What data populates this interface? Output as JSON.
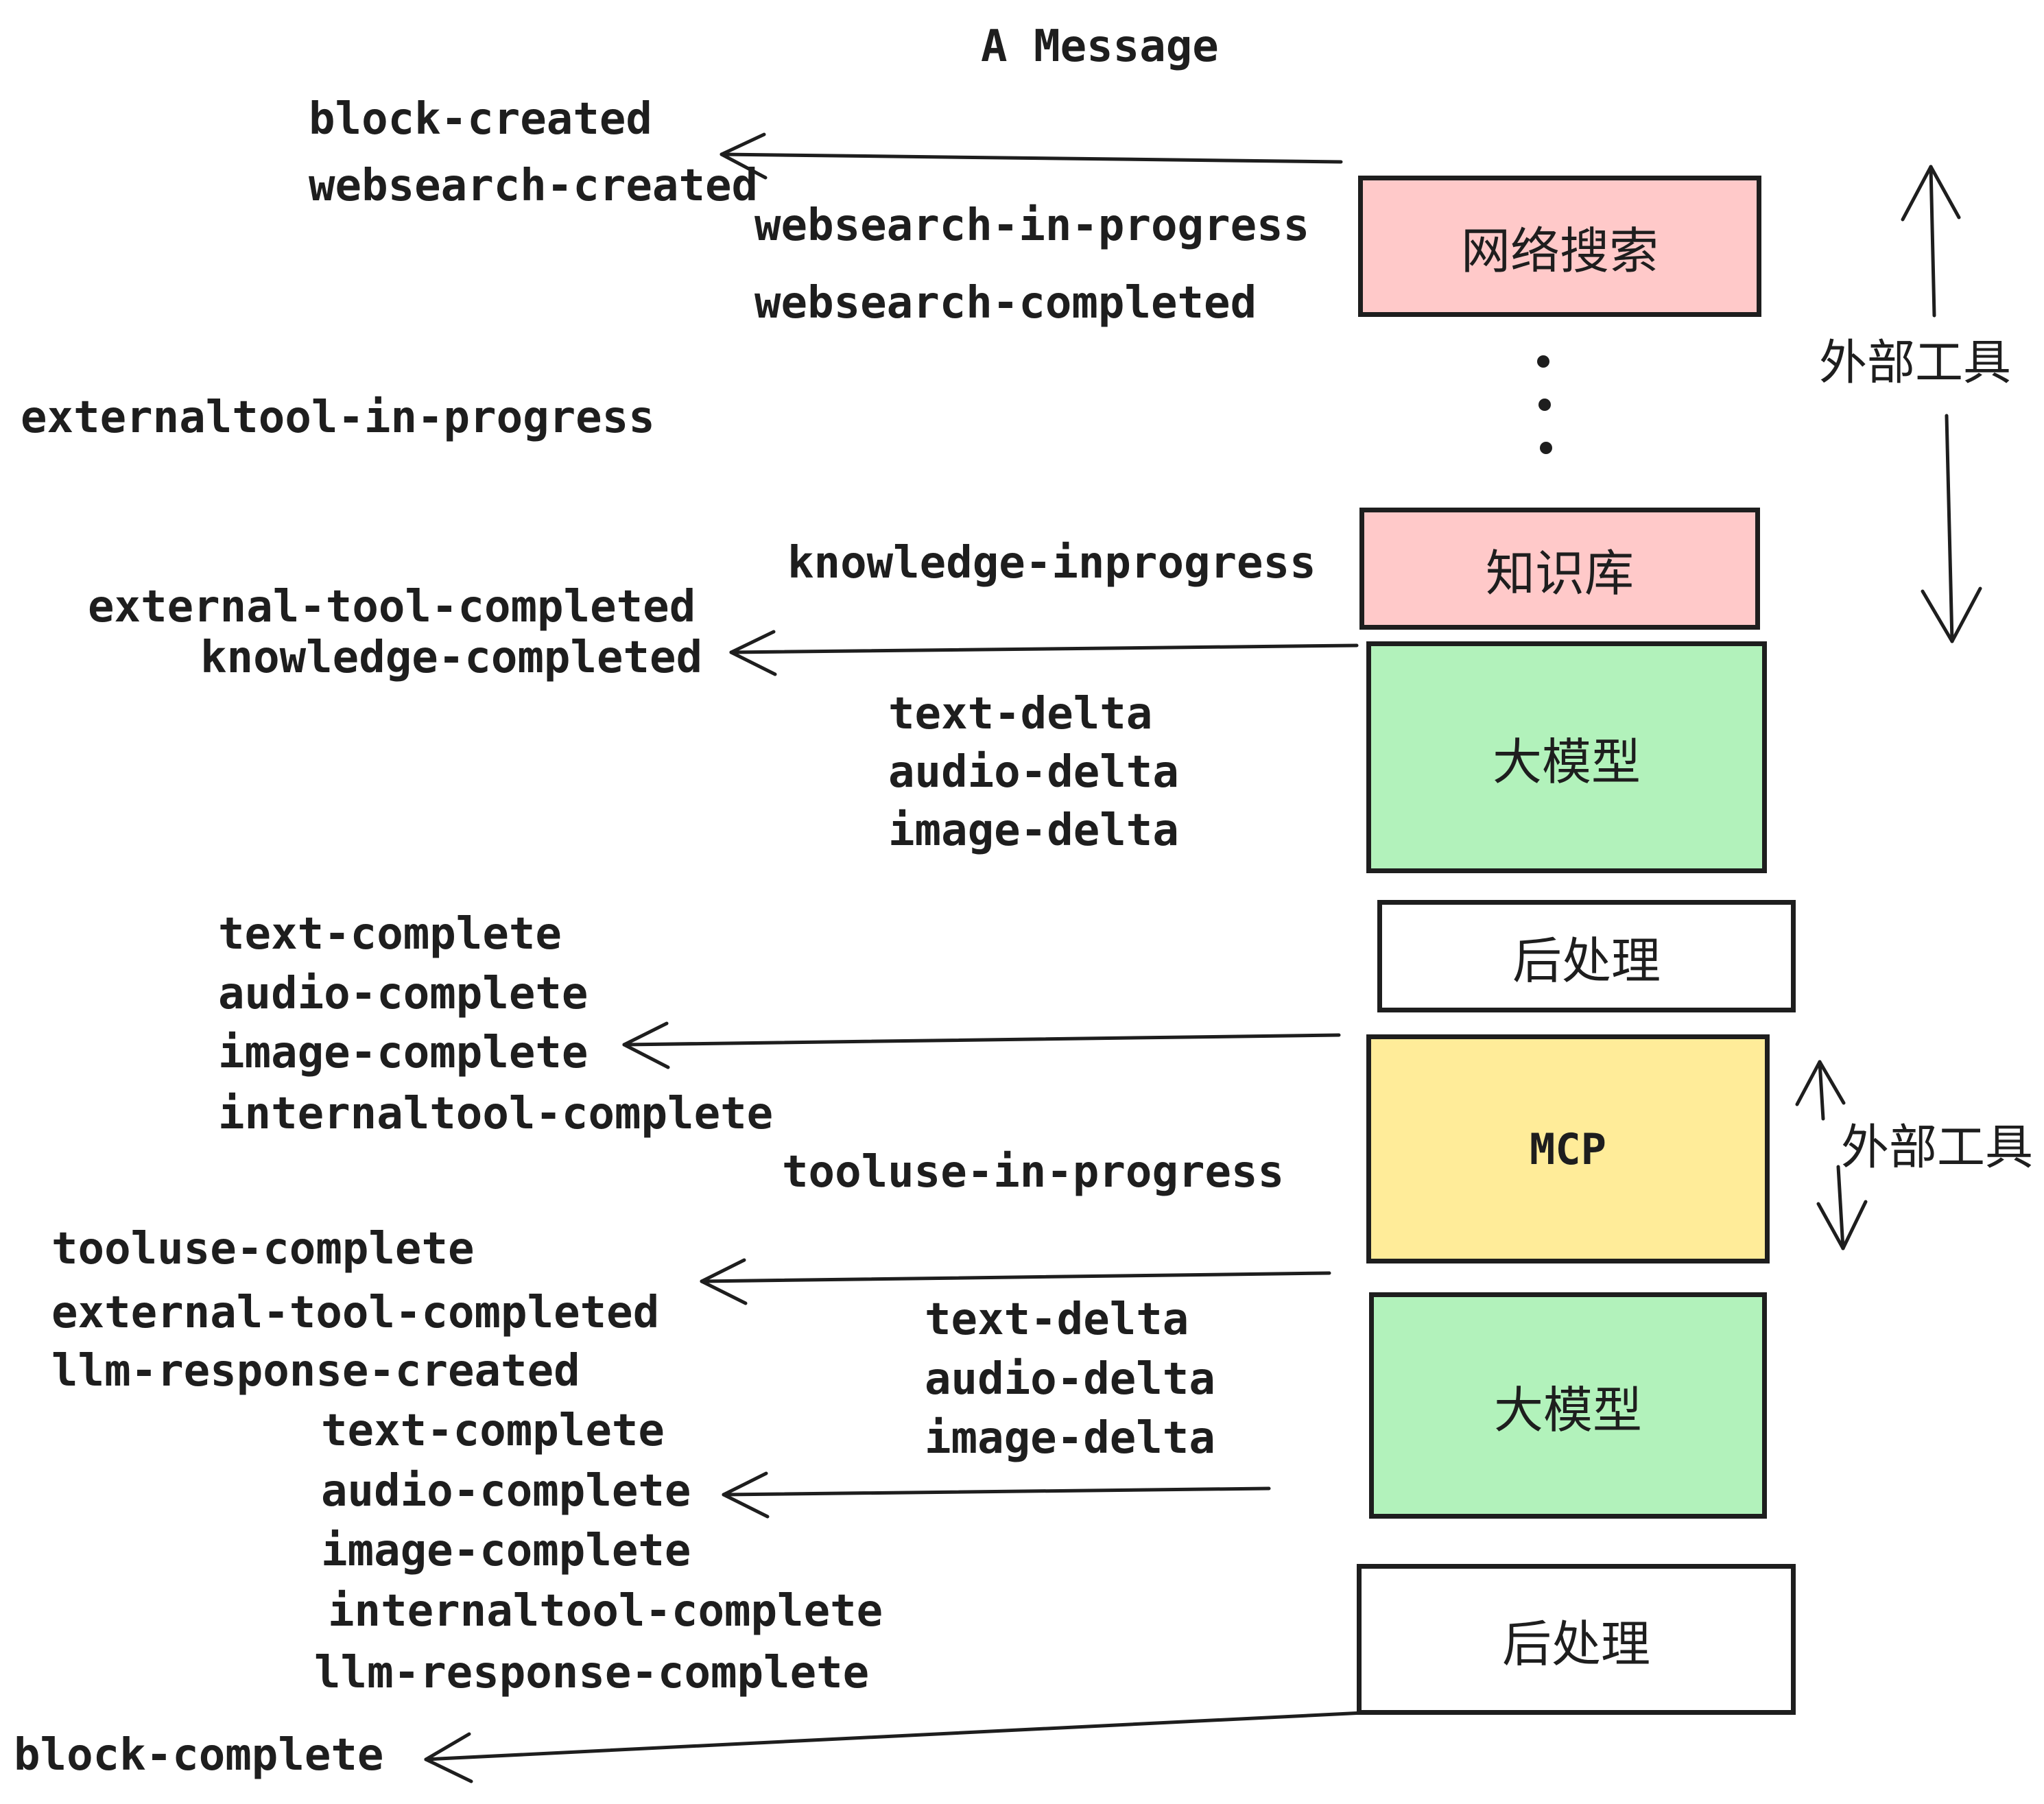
{
  "title": "A Message",
  "colors": {
    "pink": "#ffc9c9",
    "green": "#b2f2bb",
    "yellow": "#ffec99",
    "white": "#ffffff",
    "stroke": "#1e1e1e",
    "background": "#ffffff"
  },
  "boxes": [
    {
      "label": "网络搜索",
      "fill": "pink"
    },
    {
      "label": "知识库",
      "fill": "pink"
    },
    {
      "label": "大模型",
      "fill": "green"
    },
    {
      "label": "后处理",
      "fill": "white"
    },
    {
      "label": "MCP",
      "fill": "yellow"
    },
    {
      "label": "大模型",
      "fill": "green"
    },
    {
      "label": "后处理",
      "fill": "white"
    }
  ],
  "side_labels": [
    {
      "text": "外部工具"
    },
    {
      "text": "外部工具"
    }
  ],
  "icons": {
    "dots_icon": "vertical-ellipsis"
  },
  "events": [
    {
      "text": "block-created"
    },
    {
      "text": "websearch-created"
    },
    {
      "text": "websearch-in-progress"
    },
    {
      "text": "websearch-completed"
    },
    {
      "text": "externaltool-in-progress"
    },
    {
      "text": "knowledge-inprogress"
    },
    {
      "text": "external-tool-completed"
    },
    {
      "text": "knowledge-completed"
    },
    {
      "text": "text-delta"
    },
    {
      "text": "audio-delta"
    },
    {
      "text": "image-delta"
    },
    {
      "text": "text-complete"
    },
    {
      "text": "audio-complete"
    },
    {
      "text": "image-complete"
    },
    {
      "text": "internaltool-complete"
    },
    {
      "text": "tooluse-in-progress"
    },
    {
      "text": "tooluse-complete"
    },
    {
      "text": "external-tool-completed"
    },
    {
      "text": "llm-response-created"
    },
    {
      "text": "text-complete"
    },
    {
      "text": "audio-complete"
    },
    {
      "text": "image-complete"
    },
    {
      "text": "internaltool-complete"
    },
    {
      "text": "llm-response-complete"
    },
    {
      "text": "block-complete"
    },
    {
      "text": "text-delta"
    },
    {
      "text": "audio-delta"
    },
    {
      "text": "image-delta"
    }
  ]
}
